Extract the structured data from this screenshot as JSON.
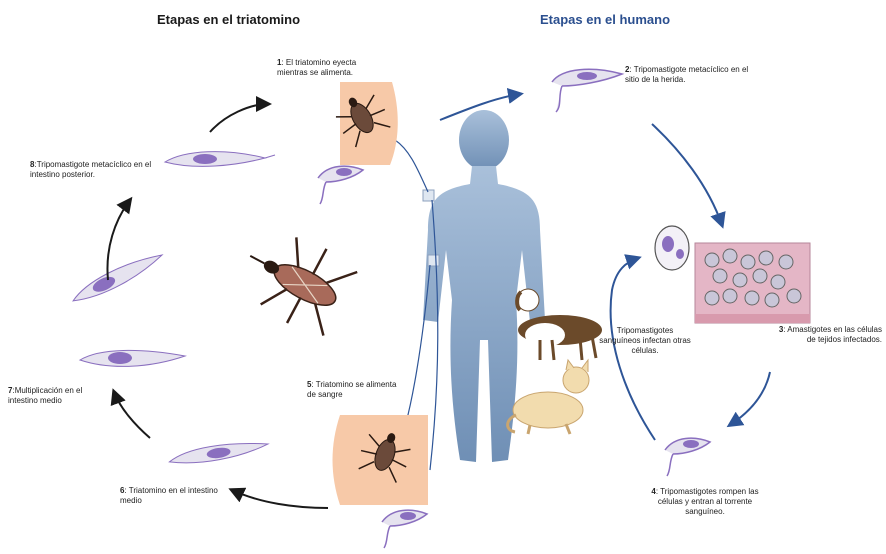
{
  "headings": {
    "left": "Etapas en el triatomino",
    "right": "Etapas en el humano"
  },
  "steps": [
    {
      "num": "1",
      "sep": ":",
      "text": " El triatomino eyecta  mientras se alimenta."
    },
    {
      "num": "2",
      "sep": ":",
      "text": " Tripomastigote metacíclico en el sitio de la herida."
    },
    {
      "num": "3",
      "sep": ":",
      "text": " Amastigotes en las células de tejidos infectados."
    },
    {
      "num": "4",
      "sep": ":",
      "text": " Tripomastigotes rompen las células y entran al torrente sanguíneo."
    },
    {
      "num": "5",
      "sep": ":",
      "text": " Triatomino se alimenta de sangre"
    },
    {
      "num": "6",
      "sep": ":",
      "text": " Triatomino en el intestino  medio"
    },
    {
      "num": "7",
      "sep": ":",
      "text": "Multiplicación en el intestino medio"
    },
    {
      "num": "8",
      "sep": ":",
      "text": "Tripomastigote metacíclico en el intestino posterior."
    }
  ],
  "side_note": "Tripomastigotes sanguíneos infectan otras células.",
  "colors": {
    "parasite": "#8a6fbf",
    "parasite_body": "#e6e3ef",
    "human": "#8eaacb",
    "skin_patch": "#f7c9a8",
    "tissue": "#d9a5b8",
    "arrow_black": "#1a1a1a",
    "arrow_blue": "#2e5597"
  }
}
